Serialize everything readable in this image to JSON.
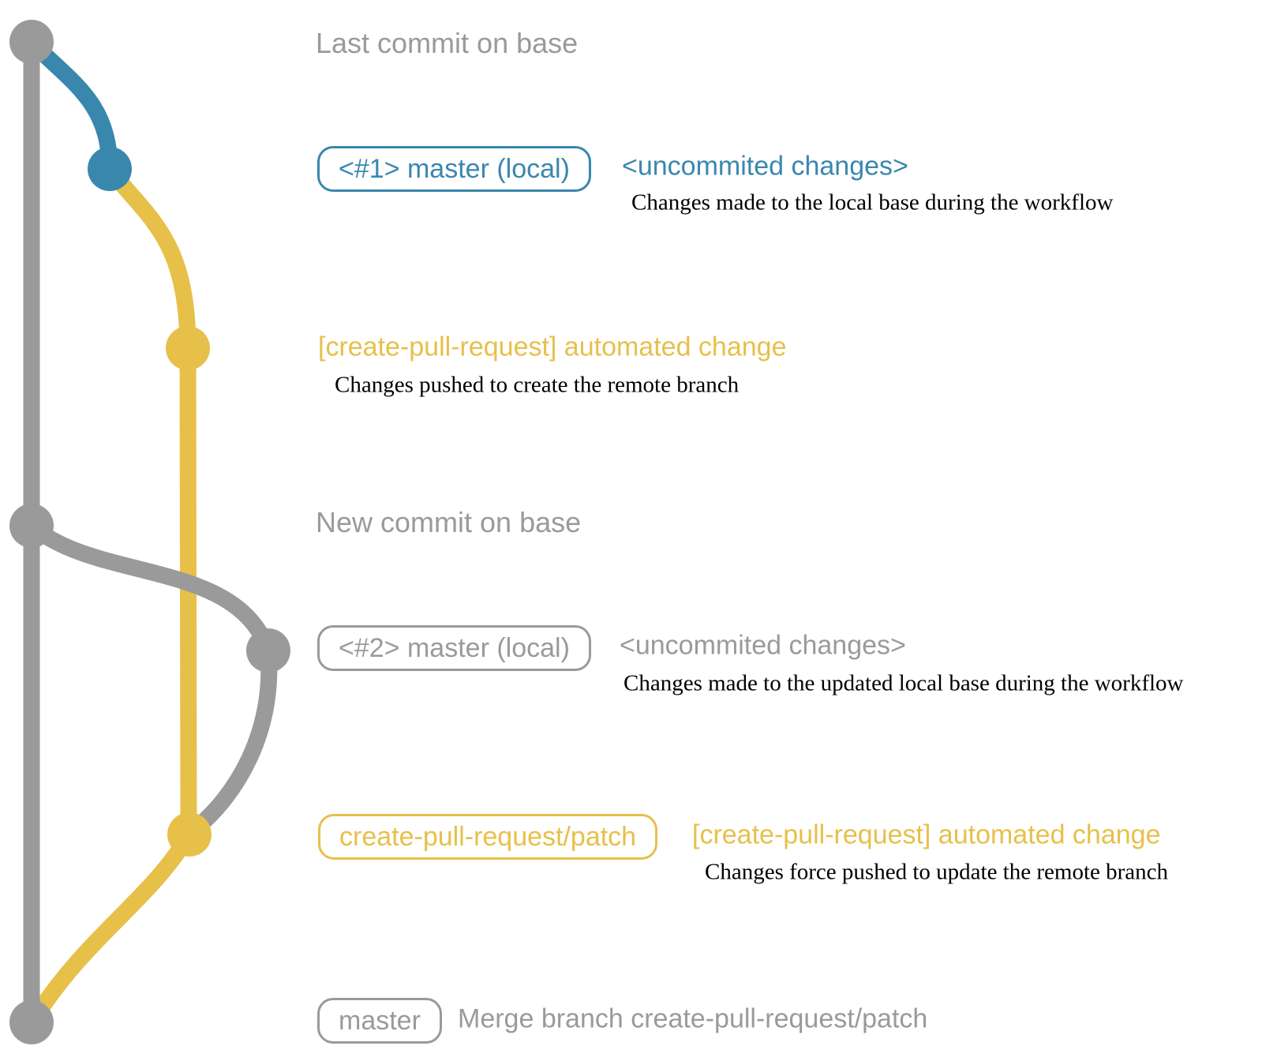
{
  "colors": {
    "gray": "#9a9a9a",
    "blue": "#3a87ad",
    "yellow": "#e7c04a",
    "desc": "#000000",
    "background": "#ffffff"
  },
  "diagram": {
    "type": "git-graph",
    "branches": [
      "base",
      "master (local)",
      "create-pull-request/patch"
    ]
  },
  "rows": {
    "last_commit": {
      "label": "Last commit on base"
    },
    "commit1": {
      "tag": "<#1> master (local)",
      "message": "<uncommited changes>",
      "description": "Changes made to the local base during the workflow"
    },
    "push1": {
      "message": "[create-pull-request] automated change",
      "description": "Changes pushed to create the remote branch"
    },
    "new_commit": {
      "label": "New commit on base"
    },
    "commit2": {
      "tag": "<#2> master (local)",
      "message": "<uncommited changes>",
      "description": "Changes made to the updated local base during the workflow"
    },
    "push2": {
      "tag": "create-pull-request/patch",
      "message": "[create-pull-request] automated change",
      "description": "Changes force pushed to update the remote branch"
    },
    "merge": {
      "tag": "master",
      "message": "Merge branch create-pull-request/patch"
    }
  }
}
